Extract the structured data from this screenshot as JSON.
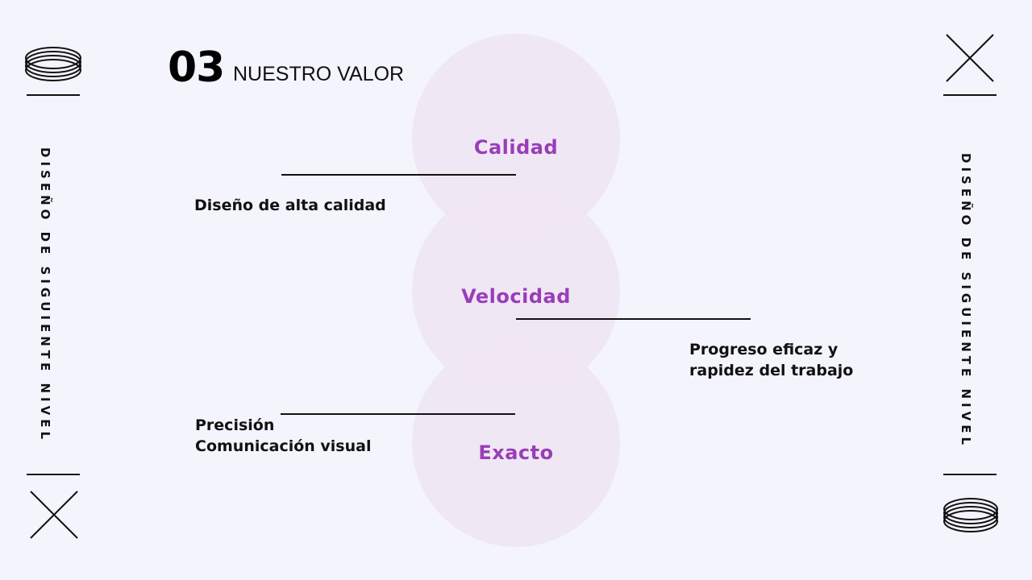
{
  "header": {
    "number": "03",
    "title": "NUESTRO VALOR"
  },
  "side_text_left": "DISEÑO DE SIGUIENTE NIVEL",
  "side_text_right": "DISEÑO DE SIGUIENTE NIVEL",
  "values": [
    {
      "label": "Calidad",
      "description_lines": [
        "Diseño de alta calidad"
      ]
    },
    {
      "label": "Velocidad",
      "description_lines": [
        "Progreso eficaz y",
        "rapidez del trabajo"
      ]
    },
    {
      "label": "Exacto",
      "description_lines": [
        "Precisión",
        "Comunicación visual"
      ]
    }
  ],
  "colors": {
    "background": "#f3f4fc",
    "accent": "#9a3db8",
    "circle": "#efe6f4",
    "text": "#111111"
  },
  "icons": [
    "rings-icon",
    "cross-icon"
  ]
}
